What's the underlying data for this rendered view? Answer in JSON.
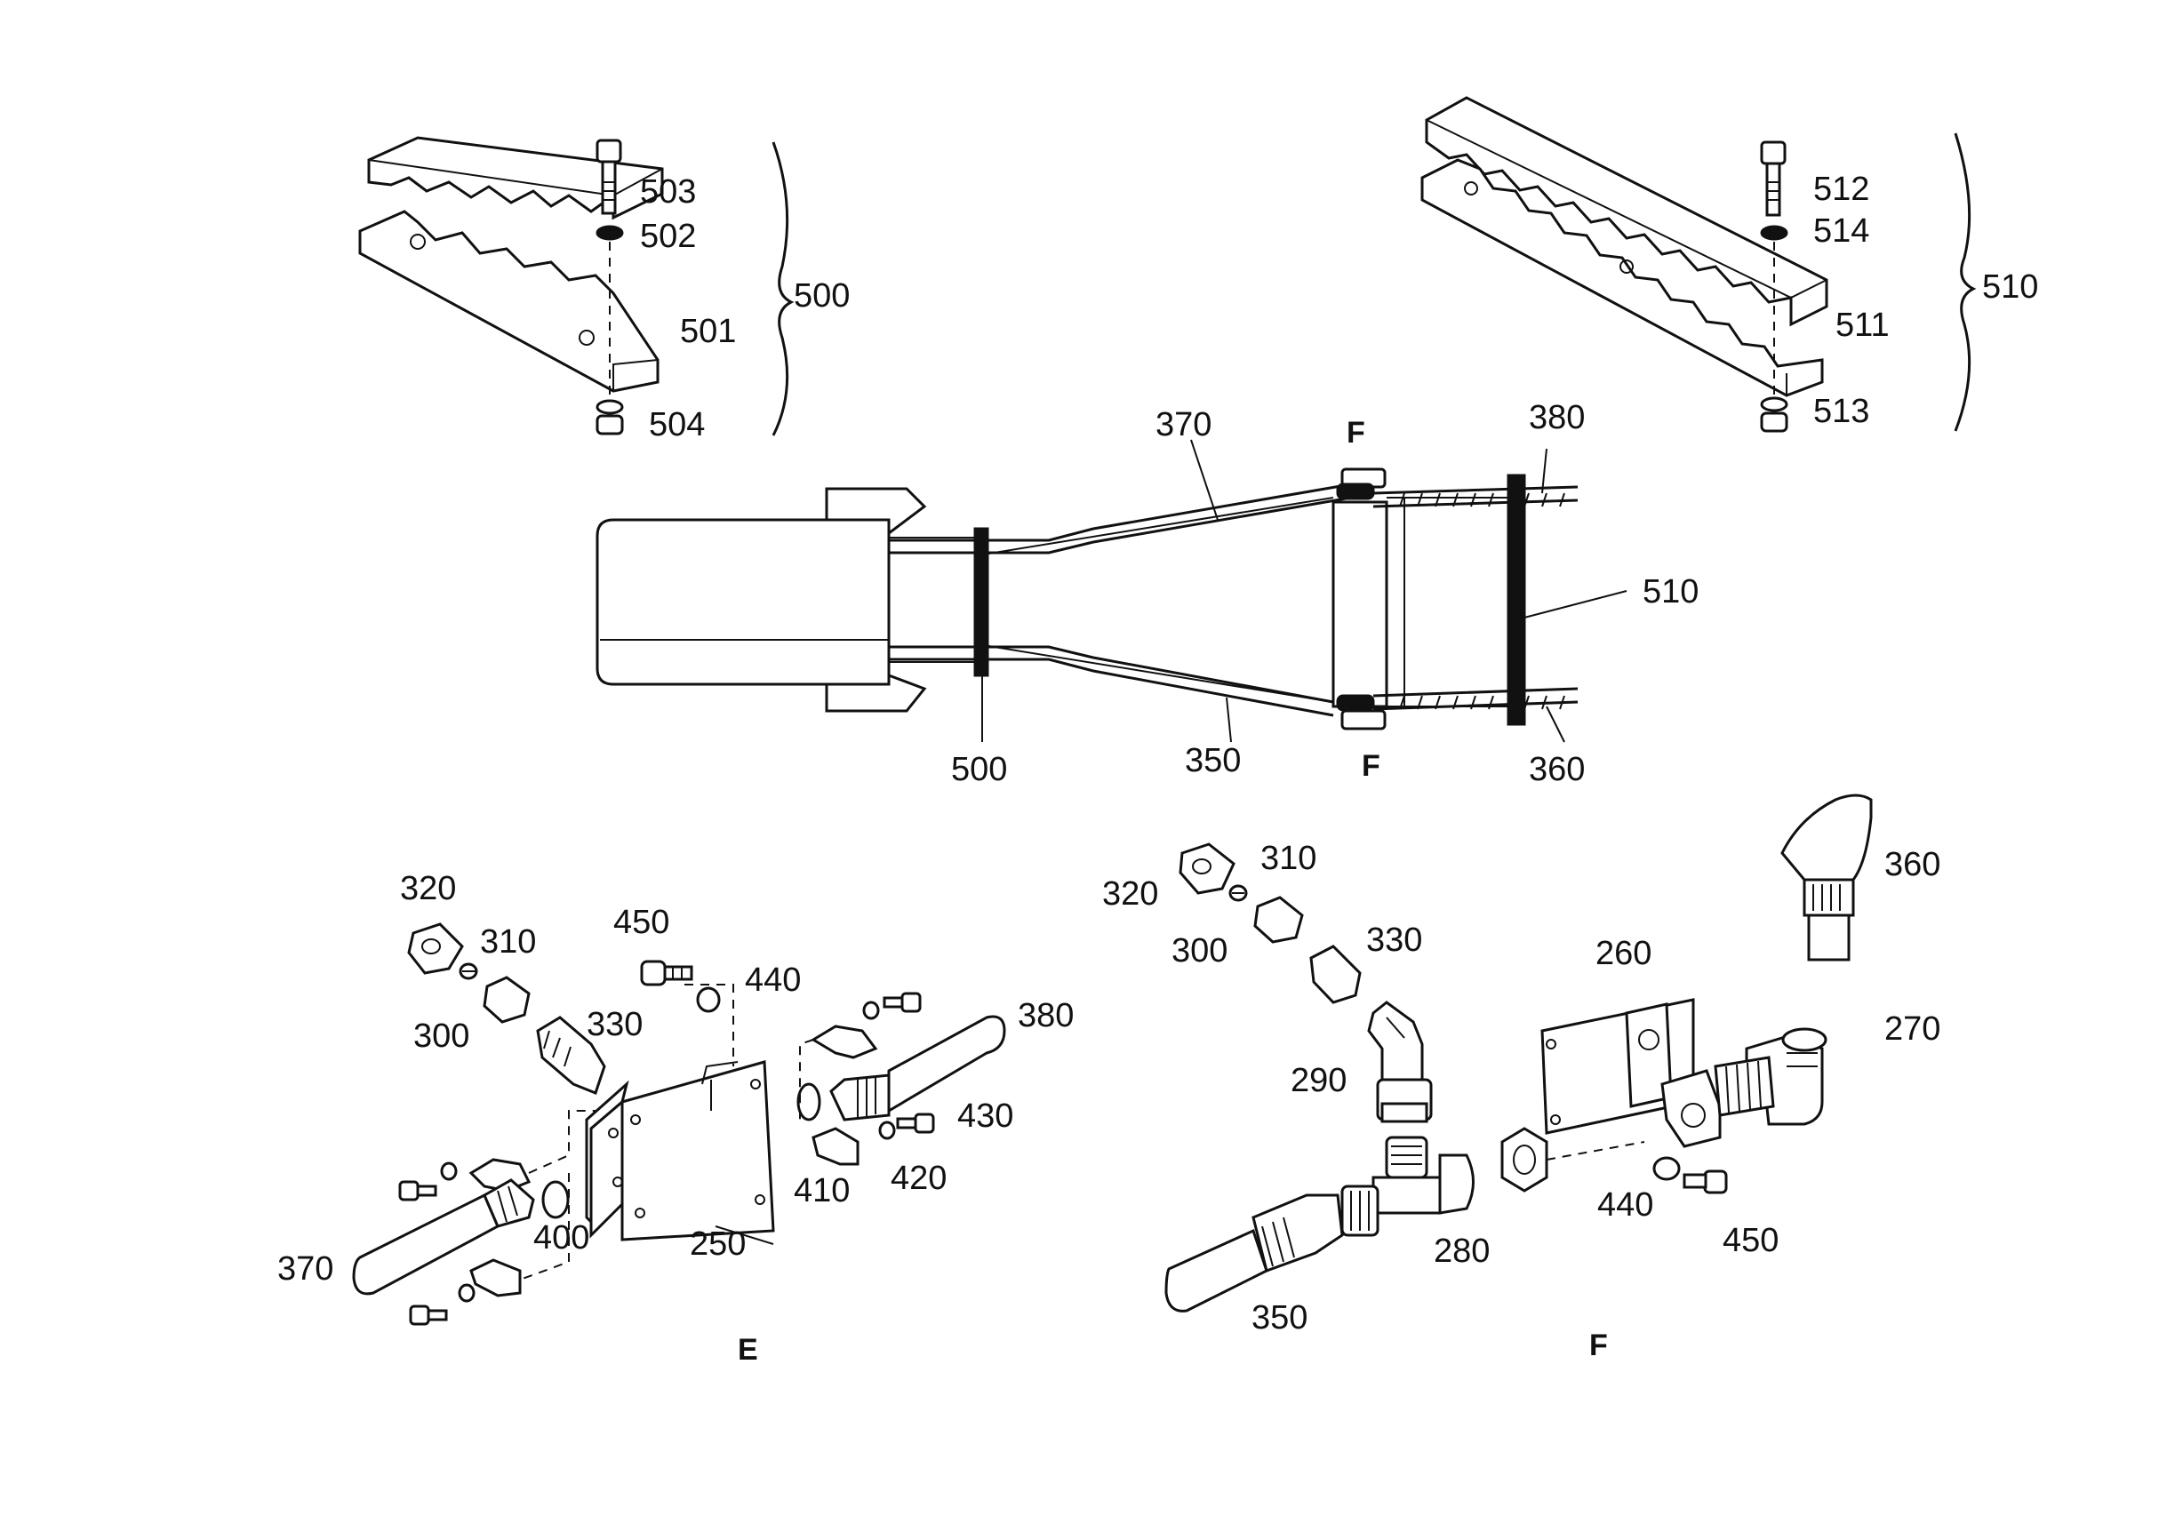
{
  "labels": {
    "p503": "503",
    "p502": "502",
    "p501": "501",
    "p504": "504",
    "p500": "500",
    "p512": "512",
    "p514": "514",
    "p511": "511",
    "p513": "513",
    "p510": "510",
    "m370": "370",
    "m380": "380",
    "m510": "510",
    "m500": "500",
    "m350": "350",
    "m360": "360",
    "mF1": "F",
    "mF2": "F",
    "e320": "320",
    "e310": "310",
    "e300": "300",
    "e330": "330",
    "e450": "450",
    "e440": "440",
    "e380": "380",
    "e430": "430",
    "e420": "420",
    "e410": "410",
    "e400": "400",
    "e250": "250",
    "e370": "370",
    "eTitle": "E",
    "f310": "310",
    "f320": "320",
    "f300": "300",
    "f330": "330",
    "f290": "290",
    "f260": "260",
    "f360": "360",
    "f270": "270",
    "f280": "280",
    "f350": "350",
    "f440": "440",
    "f450": "450",
    "fTitle": "F"
  }
}
